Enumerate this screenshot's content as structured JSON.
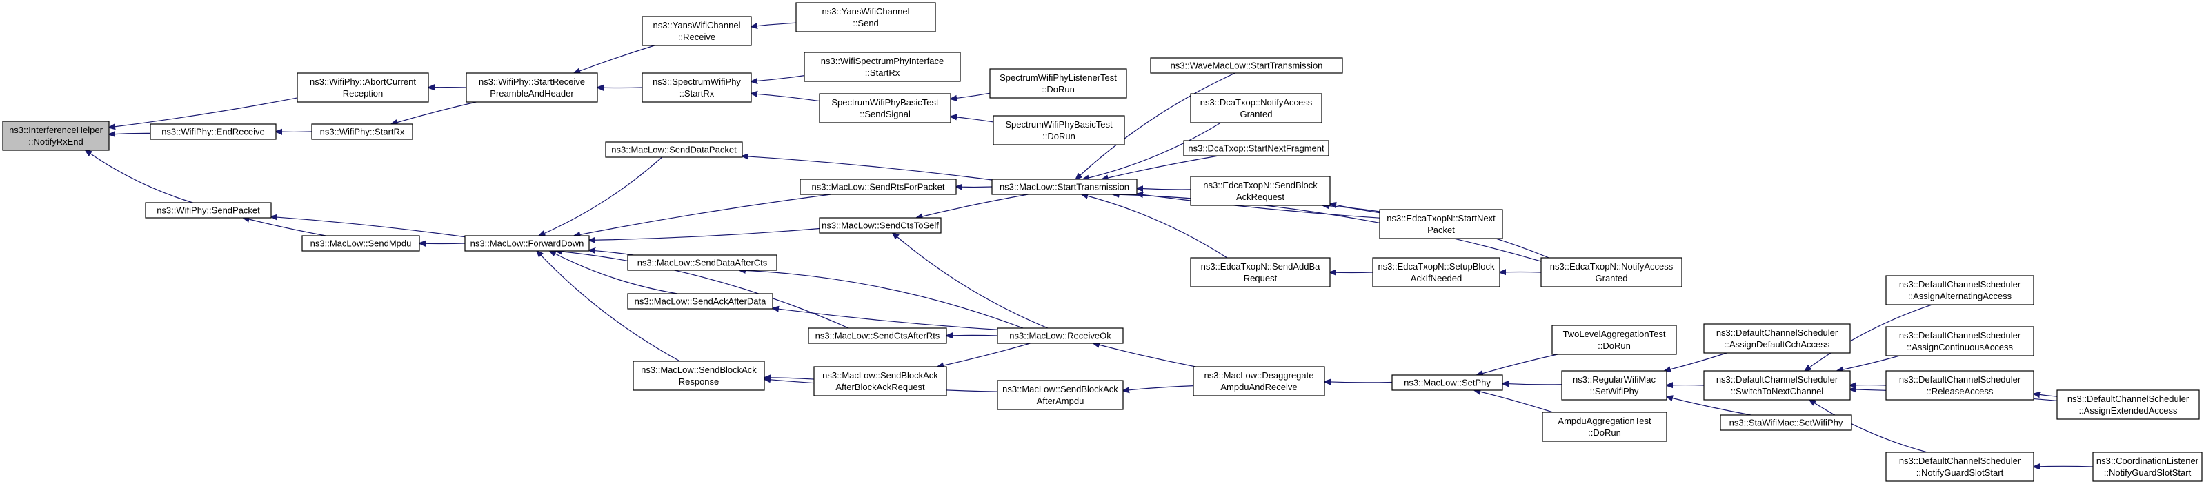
{
  "nodes": [
    {
      "id": "n0",
      "lines": [
        "ns3::InterferenceHelper",
        "::NotifyRxEnd"
      ],
      "root": true
    },
    {
      "id": "n1",
      "lines": [
        "ns3::WifiPhy::AbortCurrent",
        "Reception"
      ]
    },
    {
      "id": "n2",
      "lines": [
        "ns3::WifiPhy::EndReceive"
      ]
    },
    {
      "id": "n3",
      "lines": [
        "ns3::WifiPhy::SendPacket"
      ]
    },
    {
      "id": "n4",
      "lines": [
        "ns3::WifiPhy::StartReceive",
        "PreambleAndHeader"
      ]
    },
    {
      "id": "n5",
      "lines": [
        "ns3::WifiPhy::StartRx"
      ]
    },
    {
      "id": "n6",
      "lines": [
        "ns3::MacLow::SendMpdu"
      ]
    },
    {
      "id": "n7",
      "lines": [
        "ns3::MacLow::ForwardDown"
      ]
    },
    {
      "id": "n8",
      "lines": [
        "ns3::YansWifiChannel",
        "::Receive"
      ]
    },
    {
      "id": "n9",
      "lines": [
        "ns3::SpectrumWifiPhy",
        "::StartRx"
      ]
    },
    {
      "id": "n10",
      "lines": [
        "ns3::YansWifiChannel",
        "::Send"
      ]
    },
    {
      "id": "n11",
      "lines": [
        "ns3::WifiSpectrumPhyInterface",
        "::StartRx"
      ]
    },
    {
      "id": "n12",
      "lines": [
        "SpectrumWifiPhyBasicTest",
        "::SendSignal"
      ]
    },
    {
      "id": "n13",
      "lines": [
        "SpectrumWifiPhyListenerTest",
        "::DoRun"
      ]
    },
    {
      "id": "n14",
      "lines": [
        "SpectrumWifiPhyBasicTest",
        "::DoRun"
      ]
    },
    {
      "id": "n15",
      "lines": [
        "ns3::MacLow::SendDataPacket"
      ]
    },
    {
      "id": "n16",
      "lines": [
        "ns3::MacLow::SendRtsForPacket"
      ]
    },
    {
      "id": "n17",
      "lines": [
        "ns3::MacLow::SendCtsToSelf"
      ]
    },
    {
      "id": "n18",
      "lines": [
        "ns3::MacLow::SendDataAfterCts"
      ]
    },
    {
      "id": "n19",
      "lines": [
        "ns3::MacLow::SendAckAfterData"
      ]
    },
    {
      "id": "n20",
      "lines": [
        "ns3::MacLow::SendCtsAfterRts"
      ]
    },
    {
      "id": "n21",
      "lines": [
        "ns3::MacLow::SendBlockAck",
        "Response"
      ]
    },
    {
      "id": "n22",
      "lines": [
        "ns3::MacLow::SendBlockAck",
        "AfterBlockAckRequest"
      ]
    },
    {
      "id": "n23",
      "lines": [
        "ns3::MacLow::StartTransmission"
      ]
    },
    {
      "id": "n24",
      "lines": [
        "ns3::MacLow::ReceiveOk"
      ]
    },
    {
      "id": "n25",
      "lines": [
        "ns3::MacLow::SendBlockAck",
        "AfterAmpdu"
      ]
    },
    {
      "id": "n26",
      "lines": [
        "ns3::WaveMacLow::StartTransmission"
      ]
    },
    {
      "id": "n27",
      "lines": [
        "ns3::DcaTxop::NotifyAccess",
        "Granted"
      ]
    },
    {
      "id": "n28",
      "lines": [
        "ns3::DcaTxop::StartNextFragment"
      ]
    },
    {
      "id": "n29",
      "lines": [
        "ns3::EdcaTxopN::SendBlock",
        "AckRequest"
      ]
    },
    {
      "id": "n30",
      "lines": [
        "ns3::EdcaTxopN::SendAddBa",
        "Request"
      ]
    },
    {
      "id": "n31",
      "lines": [
        "ns3::EdcaTxopN::StartNext",
        "Packet"
      ]
    },
    {
      "id": "n32",
      "lines": [
        "ns3::EdcaTxopN::SetupBlock",
        "AckIfNeeded"
      ]
    },
    {
      "id": "n33",
      "lines": [
        "ns3::EdcaTxopN::NotifyAccess",
        "Granted"
      ]
    },
    {
      "id": "n34",
      "lines": [
        "ns3::MacLow::Deaggregate",
        "AmpduAndReceive"
      ]
    },
    {
      "id": "n35",
      "lines": [
        "ns3::MacLow::SetPhy"
      ]
    },
    {
      "id": "n36",
      "lines": [
        "TwoLevelAggregationTest",
        "::DoRun"
      ]
    },
    {
      "id": "n37",
      "lines": [
        "ns3::RegularWifiMac",
        "::SetWifiPhy"
      ]
    },
    {
      "id": "n38",
      "lines": [
        "AmpduAggregationTest",
        "::DoRun"
      ]
    },
    {
      "id": "n39",
      "lines": [
        "ns3::DefaultChannelScheduler",
        "::AssignDefaultCchAccess"
      ]
    },
    {
      "id": "n40",
      "lines": [
        "ns3::DefaultChannelScheduler",
        "::SwitchToNextChannel"
      ]
    },
    {
      "id": "n41",
      "lines": [
        "ns3::StaWifiMac::SetWifiPhy"
      ]
    },
    {
      "id": "n42",
      "lines": [
        "ns3::DefaultChannelScheduler",
        "::AssignAlternatingAccess"
      ]
    },
    {
      "id": "n43",
      "lines": [
        "ns3::DefaultChannelScheduler",
        "::AssignContinuousAccess"
      ]
    },
    {
      "id": "n44",
      "lines": [
        "ns3::DefaultChannelScheduler",
        "::ReleaseAccess"
      ]
    },
    {
      "id": "n45",
      "lines": [
        "ns3::DefaultChannelScheduler",
        "::NotifyGuardSlotStart"
      ]
    },
    {
      "id": "n46",
      "lines": [
        "ns3::DefaultChannelScheduler",
        "::AssignExtendedAccess"
      ]
    },
    {
      "id": "n47",
      "lines": [
        "ns3::CoordinationListener",
        "::NotifyGuardSlotStart"
      ]
    }
  ],
  "edges": [
    [
      "n1",
      "n0"
    ],
    [
      "n2",
      "n0"
    ],
    [
      "n3",
      "n0"
    ],
    [
      "n4",
      "n1"
    ],
    [
      "n5",
      "n2"
    ],
    [
      "n4",
      "n5"
    ],
    [
      "n6",
      "n3"
    ],
    [
      "n7",
      "n3"
    ],
    [
      "n7",
      "n6"
    ],
    [
      "n8",
      "n4"
    ],
    [
      "n9",
      "n4"
    ],
    [
      "n10",
      "n8"
    ],
    [
      "n11",
      "n9"
    ],
    [
      "n12",
      "n9"
    ],
    [
      "n13",
      "n12"
    ],
    [
      "n14",
      "n12"
    ],
    [
      "n15",
      "n7"
    ],
    [
      "n16",
      "n7"
    ],
    [
      "n17",
      "n7"
    ],
    [
      "n18",
      "n7"
    ],
    [
      "n19",
      "n7"
    ],
    [
      "n20",
      "n7"
    ],
    [
      "n21",
      "n7"
    ],
    [
      "n23",
      "n15"
    ],
    [
      "n23",
      "n16"
    ],
    [
      "n23",
      "n17"
    ],
    [
      "n24",
      "n17"
    ],
    [
      "n24",
      "n18"
    ],
    [
      "n24",
      "n19"
    ],
    [
      "n24",
      "n20"
    ],
    [
      "n24",
      "n22"
    ],
    [
      "n22",
      "n21"
    ],
    [
      "n25",
      "n21"
    ],
    [
      "n26",
      "n23"
    ],
    [
      "n27",
      "n23"
    ],
    [
      "n28",
      "n23"
    ],
    [
      "n29",
      "n23"
    ],
    [
      "n30",
      "n23"
    ],
    [
      "n31",
      "n23"
    ],
    [
      "n33",
      "n23"
    ],
    [
      "n31",
      "n29"
    ],
    [
      "n33",
      "n29"
    ],
    [
      "n32",
      "n30"
    ],
    [
      "n33",
      "n32"
    ],
    [
      "n34",
      "n24"
    ],
    [
      "n34",
      "n25"
    ],
    [
      "n35",
      "n34"
    ],
    [
      "n36",
      "n35"
    ],
    [
      "n37",
      "n35"
    ],
    [
      "n38",
      "n35"
    ],
    [
      "n39",
      "n37"
    ],
    [
      "n40",
      "n37"
    ],
    [
      "n41",
      "n37"
    ],
    [
      "n42",
      "n40"
    ],
    [
      "n43",
      "n40"
    ],
    [
      "n44",
      "n40"
    ],
    [
      "n45",
      "n40"
    ],
    [
      "n46",
      "n40"
    ],
    [
      "n46",
      "n44"
    ],
    [
      "n47",
      "n45"
    ]
  ],
  "colors": {
    "edge": "#191970",
    "root_fill": "#bfbfbf",
    "node_fill": "#ffffff",
    "node_stroke": "#000000"
  }
}
